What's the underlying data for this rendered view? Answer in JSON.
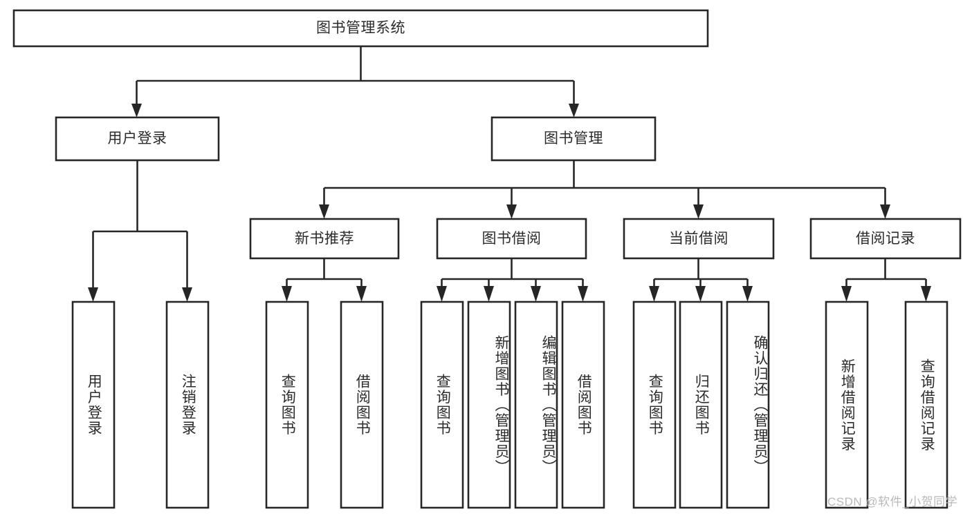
{
  "diagram": {
    "type": "tree-hierarchy-flowchart",
    "orientation": "top-down",
    "root": {
      "id": "root",
      "label": "图书管理系统"
    },
    "level2": [
      {
        "id": "user-login",
        "label": "用户登录"
      },
      {
        "id": "book-management",
        "label": "图书管理"
      }
    ],
    "level3": [
      {
        "id": "new-book-recommend",
        "label": "新书推荐",
        "parent": "book-management"
      },
      {
        "id": "book-borrow",
        "label": "图书借阅",
        "parent": "book-management"
      },
      {
        "id": "current-borrow",
        "label": "当前借阅",
        "parent": "book-management"
      },
      {
        "id": "borrow-record",
        "label": "借阅记录",
        "parent": "book-management"
      }
    ],
    "leaves": {
      "user-login": [
        {
          "id": "leaf-user-login",
          "label": "用户登录"
        },
        {
          "id": "leaf-logout-login",
          "label": "注销登录"
        }
      ],
      "new-book-recommend": [
        {
          "id": "leaf-query-book-1",
          "label": "查询图书"
        },
        {
          "id": "leaf-borrow-book-1",
          "label": "借阅图书"
        }
      ],
      "book-borrow": [
        {
          "id": "leaf-query-book-2",
          "label": "查询图书"
        },
        {
          "id": "leaf-add-book",
          "label": "新增图书（管理员）"
        },
        {
          "id": "leaf-edit-book",
          "label": "编辑图书（管理员）"
        },
        {
          "id": "leaf-borrow-book-2",
          "label": "借阅图书"
        }
      ],
      "current-borrow": [
        {
          "id": "leaf-query-book-3",
          "label": "查询图书"
        },
        {
          "id": "leaf-return-book",
          "label": "归还图书"
        },
        {
          "id": "leaf-confirm-return",
          "label": "确认归还（管理员）"
        }
      ],
      "borrow-record": [
        {
          "id": "leaf-add-record",
          "label": "新增借阅记录"
        },
        {
          "id": "leaf-query-record",
          "label": "查询借阅记录"
        }
      ]
    },
    "watermark": "CSDN @软件_小贺同学",
    "colors": {
      "stroke": "#262626",
      "fill": "#ffffff",
      "text": "#2b2b2b",
      "watermark": "#b9b9b9",
      "background": "#ffffff"
    }
  }
}
